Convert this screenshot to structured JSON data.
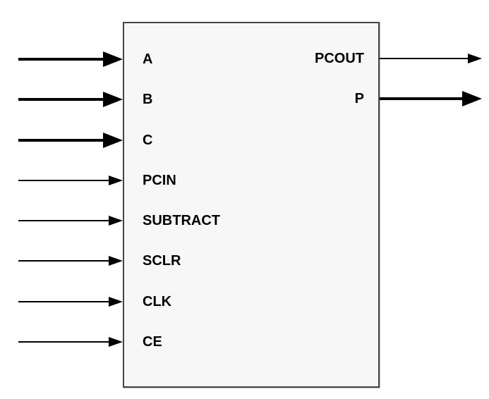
{
  "colors": {
    "background": "#ffffff",
    "box_fill": "#f7f7f7",
    "box_border": "#454545",
    "arrow": "#000000",
    "text": "#000000"
  },
  "block": {
    "inputs": [
      {
        "label": "A",
        "line_weight": "thick"
      },
      {
        "label": "B",
        "line_weight": "thick"
      },
      {
        "label": "C",
        "line_weight": "thick"
      },
      {
        "label": "PCIN",
        "line_weight": "thin"
      },
      {
        "label": "SUBTRACT",
        "line_weight": "thin"
      },
      {
        "label": "SCLR",
        "line_weight": "thin"
      },
      {
        "label": "CLK",
        "line_weight": "thin"
      },
      {
        "label": "CE",
        "line_weight": "thin"
      }
    ],
    "outputs": [
      {
        "label": "PCOUT",
        "line_weight": "thin"
      },
      {
        "label": "P",
        "line_weight": "thick"
      }
    ]
  }
}
